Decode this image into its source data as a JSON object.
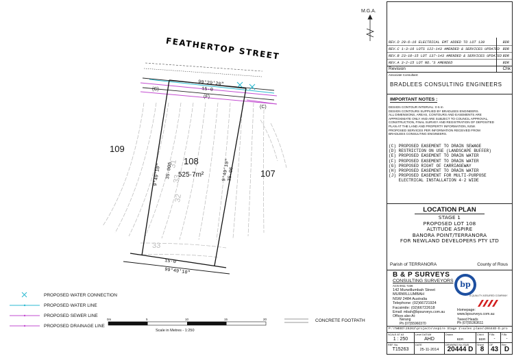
{
  "north": {
    "label": "M.G.A."
  },
  "plan": {
    "street_name": "FEATHERTOP STREET",
    "lot_main": "108",
    "lot_left": "109",
    "lot_right": "107",
    "area": "525·7m²",
    "bearing_top": "99°29'20\"",
    "dist_top": "15·0",
    "bearing_bottom": "99°49'10\"",
    "dist_bottom": "15·0",
    "left_side_bearing": "9°49'10\"",
    "left_side_dist": "35·005",
    "right_side_bearing": "9°49'10\"",
    "right_side_dist": "35·06",
    "easement_c": "(C)",
    "easement_f": "(F)",
    "contour_label": "33",
    "scale_text": "Scale in Metres - 1:250",
    "scale_ticks": [
      "0m",
      "5",
      "10",
      "15",
      "20"
    ]
  },
  "legend": {
    "water_connection": "PROPOSED WATER CONNECTION",
    "water_line": "PROPOSED WATER LINE",
    "sewer_line": "PROPOSED SEWER LINE",
    "drainage_line": "PROPOSED DRAINAGE LINE",
    "concrete_footpath": "CONCRETE FOOTPATH"
  },
  "revisions": [
    {
      "text": "REV.D 29-6-16 ELECTRICAL EMT ADDED TO LOT 139",
      "chk": "BDR"
    },
    {
      "text": "REV.C 1-3-16 LOTS 122-143 AMENDED & SERVICES UPDATED",
      "chk": "BDR"
    },
    {
      "text": "REV.B 23-10-15 LOT 137-143 AMENDED & SERVICES UPDATED",
      "chk": "BDR"
    },
    {
      "text": "REV.A 3-2-15 LOT NO.'S AMENDED",
      "chk": "BDR"
    }
  ],
  "rev_header": {
    "revision": "Revision",
    "chk": "Chk"
  },
  "consultant": {
    "label": "Associate Consultant:",
    "name": "BRADLEES CONSULTING ENGINEERS"
  },
  "notes": {
    "title": "IMPORTANT NOTES :",
    "lines": [
      "DESIGN CONTOUR INTERVAL: 0·5 m",
      "DESIGN CONTOURS SUPPLIED BY BRADLEES ENGINEERS.",
      "ALL DIMENSIONS, AREAS, CONTOURS AND EASEMENTS ARE",
      "APPROXIMATE ONLY AND ARE SUBJECT TO COUNCIL APPROVAL,",
      "CONSTRUCTION, FINAL SURVEY AND REGISTRATION OF DEPOSITED",
      "PLAN AT THE LAND AND PROPERTY INFORMATION, NSW.",
      "PROPOSED SERVICES PER INFORMATION RECEIVED FROM",
      "BRADLEES CONSULTING ENGINEERS."
    ],
    "easements": [
      "(C) PROPOSED EASEMENT TO DRAIN SEWAGE",
      "(D) RESTRICTION ON USE (LANDSCAPE BUFFER)",
      "(E) PROPOSED EASEMENT TO DRAIN WATER",
      "(F) PROPOSED EASEMENT TO DRAIN WATER",
      "(G) PROPOSED RIGHT OF CARRIAGEWAY",
      "(H) PROPOSED EASEMENT TO DRAIN WATER",
      "(J) PROPOSED EASEMENT FOR MULTI-PURPOSE",
      "    ELECTRICAL INSTALLATION 4·2 WIDE"
    ]
  },
  "location": {
    "title": "LOCATION PLAN",
    "lines": [
      "STAGE 1",
      "PROPOSED LOT 108",
      "ALTITUDE ASPIRE",
      "BANORA POINT/TERRANORA",
      "FOR NEWLAND DEVELOPERS PTY LTD"
    ],
    "parish": "Parish of TERRANORA",
    "county": "County of Rous"
  },
  "company": {
    "name": "B & P SURVEYS",
    "subtitle": "CONSULTING SURVEYORS",
    "acn": "ACN 0011 7236",
    "address": [
      "142 Murwillumbah Street",
      "MURWILLUMBAH",
      "NSW 2484 Australia"
    ],
    "tel": "Telephone: (02)66721924",
    "fax": "Facsimile: (02)66722618",
    "email": "Email: mbah@bpsurveys.com.au",
    "homepage_label": "Homepage:",
    "homepage": "www.bpsurveys.com.au",
    "offices": "Offices also At:",
    "office1": "Nerang",
    "office1_ph": "Ph (07)55960370",
    "office2": "Tweed Heads",
    "office2_ph": "Ph (07)55363611",
    "logo_text": "bp",
    "cert_text": "A QUALITY ASSURED COMPANY"
  },
  "filepath": "P:\\TWEED\\15263\\projects\\Aspire Stage 1\\sales plans\\20444D-D.pro",
  "info_row1": [
    {
      "label": "SCALE AT A3",
      "value": "1 : 250"
    },
    {
      "label": "Level DATUM",
      "value": "AHD"
    },
    {
      "label": "Drawn",
      "value": "BDR"
    },
    {
      "label": "Chk'd",
      "value": "BDR"
    },
    {
      "label": "F.Bk",
      "value": "-"
    },
    {
      "label": "F.Bk",
      "value": "-"
    }
  ],
  "info_row2": [
    {
      "label": "REF. No.",
      "value": "T15263"
    },
    {
      "label": "DATE",
      "value": "25-11-2014"
    },
    {
      "label": "DRAWING No./SUB",
      "value": "20444 D"
    },
    {
      "label": "Sheet",
      "value": "8"
    },
    {
      "label": "OF",
      "value": "43"
    },
    {
      "label": "Rev",
      "value": "D"
    }
  ]
}
